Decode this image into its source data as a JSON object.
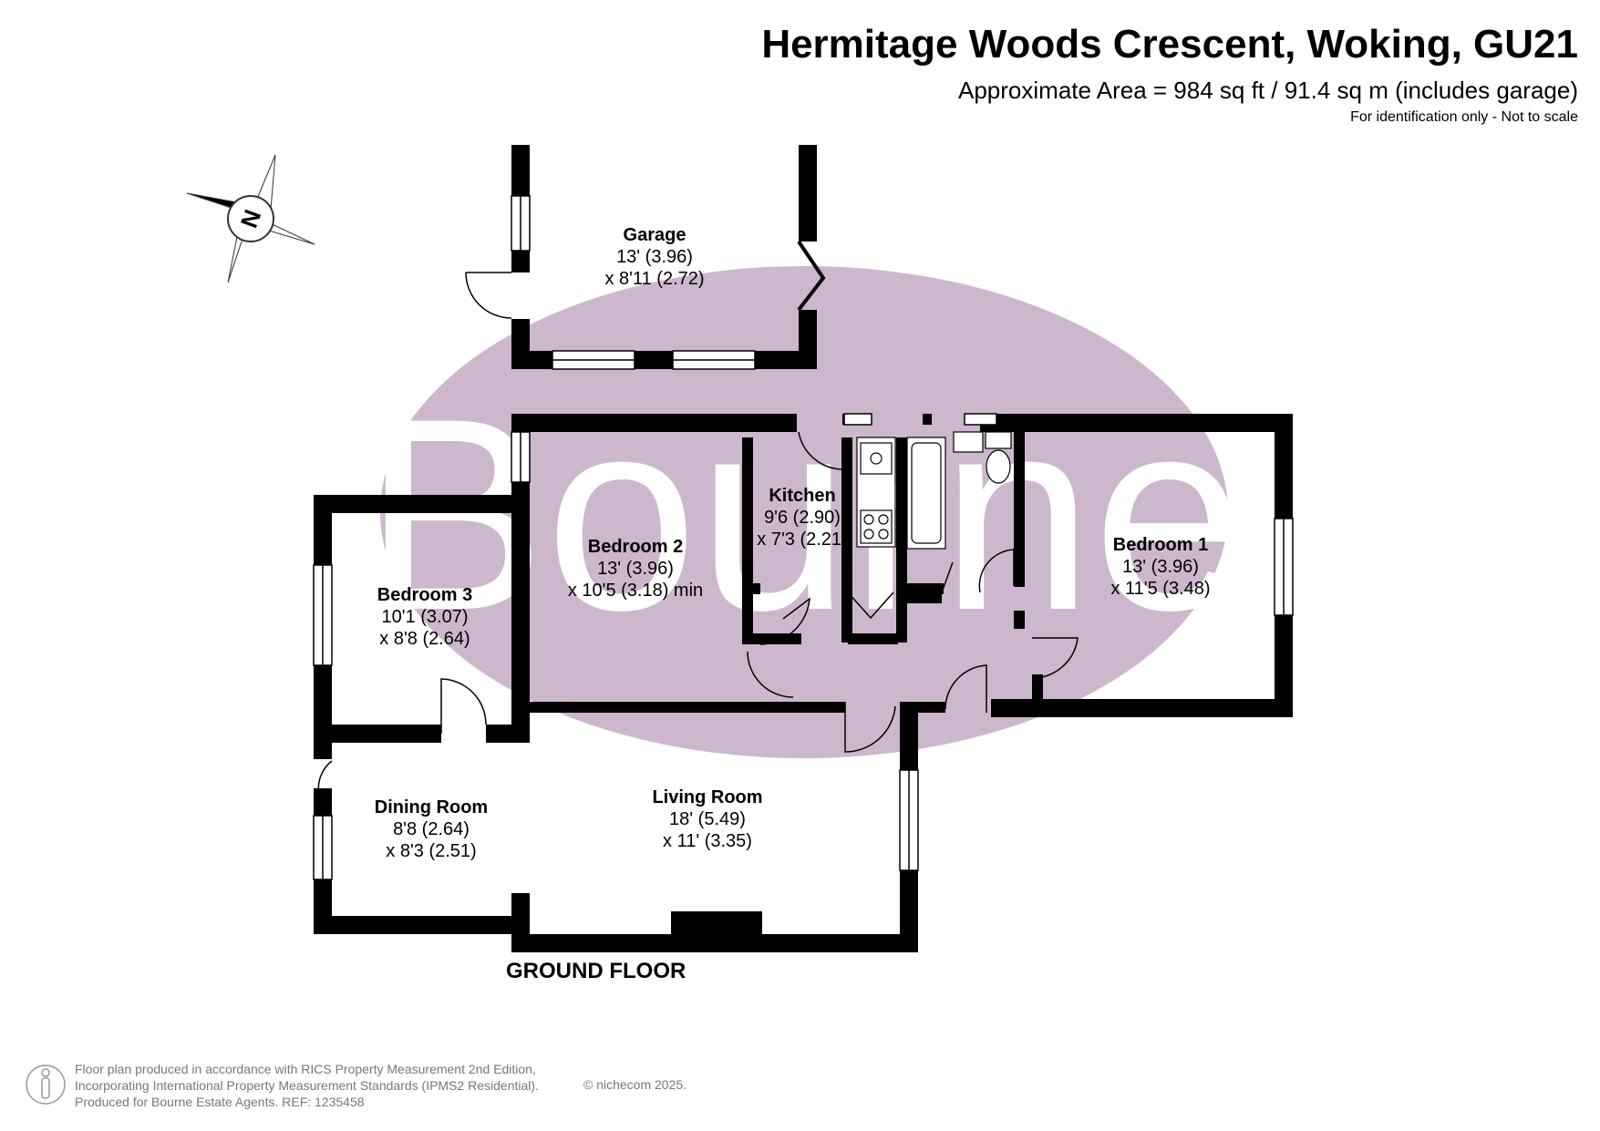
{
  "header": {
    "title": "Hermitage Woods Crescent, Woking, GU21",
    "area": "Approximate Area = 984 sq ft / 91.4 sq m (includes garage)",
    "note": "For identification only - Not to scale"
  },
  "watermark": {
    "text": "Bourne",
    "color": "#cdb7cc"
  },
  "compass": {
    "label": "N"
  },
  "rooms": {
    "garage": {
      "name": "Garage",
      "dim1": "13' (3.96)",
      "dim2": "x 8'11 (2.72)"
    },
    "bedroom2": {
      "name": "Bedroom 2",
      "dim1": "13' (3.96)",
      "dim2": "x 10'5 (3.18) min"
    },
    "kitchen": {
      "name": "Kitchen",
      "dim1": "9'6 (2.90)",
      "dim2": "x 7'3 (2.21)"
    },
    "bedroom1": {
      "name": "Bedroom 1",
      "dim1": "13' (3.96)",
      "dim2": "x 11'5 (3.48)"
    },
    "bedroom3": {
      "name": "Bedroom 3",
      "dim1": "10'1 (3.07)",
      "dim2": "x 8'8 (2.64)"
    },
    "dining": {
      "name": "Dining Room",
      "dim1": "8'8 (2.64)",
      "dim2": "x 8'3 (2.51)"
    },
    "living": {
      "name": "Living Room",
      "dim1": "18' (5.49)",
      "dim2": "x 11' (3.35)"
    }
  },
  "floor_label": "GROUND FLOOR",
  "footer": {
    "line1": "Floor plan produced in accordance with RICS Property Measurement 2nd Edition,",
    "line2": "Incorporating International Property Measurement Standards (IPMS2 Residential).",
    "line3": "Produced for Bourne Estate Agents.   REF:  1235458",
    "copyright": "© nichecom 2025."
  }
}
